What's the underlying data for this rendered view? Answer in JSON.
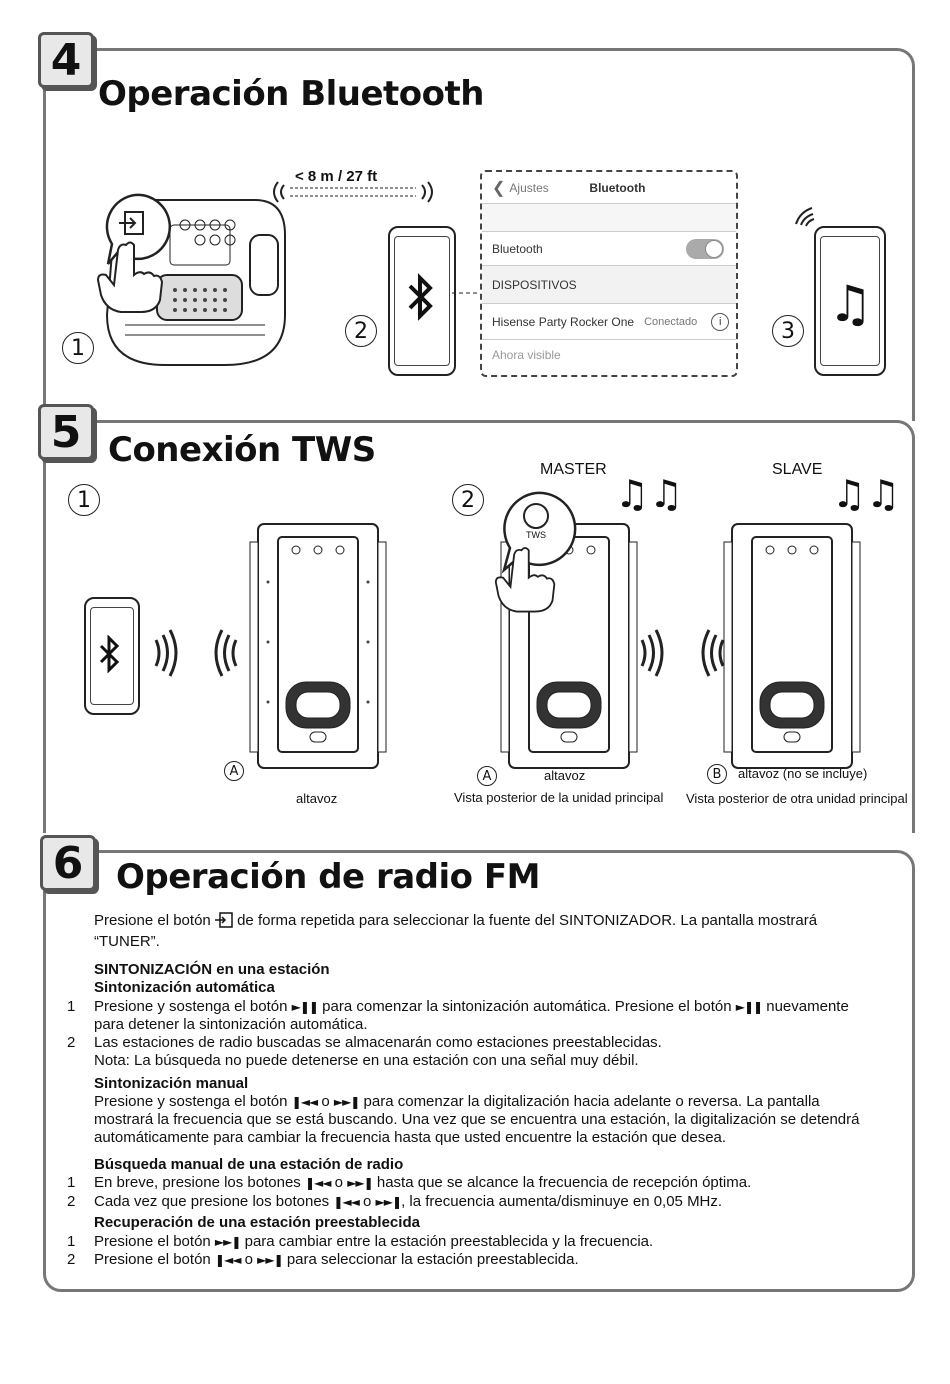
{
  "section4": {
    "number": "4",
    "title": "Operación Bluetooth",
    "distance": "< 8 m /  27  ft",
    "steps": [
      "1",
      "2",
      "3"
    ],
    "panel": {
      "back": "Ajustes",
      "title": "Bluetooth",
      "bt_label": "Bluetooth",
      "devices_header": "DISPOSITIVOS",
      "device_name": "Hisense Party Rocker One",
      "device_status": "Conectado",
      "visible": "Ahora visible"
    }
  },
  "section5": {
    "number": "5",
    "title": "Conexión TWS",
    "steps": [
      "1",
      "2"
    ],
    "master": "MASTER",
    "slave": "SLAVE",
    "tws_label": "TWS",
    "callout_a1": "A",
    "caption_1": "altavoz",
    "callout_a2": "A",
    "caption_2a": "altavoz",
    "caption_2b": "Vista posterior de la unidad principal",
    "callout_b": "B",
    "caption_3a": "altavoz (no se incluye)",
    "caption_3b": "Vista posterior de otra unidad principal"
  },
  "section6": {
    "number": "6",
    "title": "Operación de radio FM",
    "intro_a": "Presione el botón",
    "intro_b": "de forma repetida para seleccionar la fuente del SINTONIZADOR. La pantalla mostrará",
    "intro_c": "“TUNER”.",
    "h_tuning": "SINTONIZACIÓN en una estación",
    "h_auto": "Sintonización automática",
    "auto1_n": "1",
    "auto1_a": "Presione y sostenga el botón",
    "auto1_b": "para comenzar la sintonización automática. Presione el botón",
    "auto1_c": "nuevamente",
    "auto1_d": "para detener la sintonización automática.",
    "auto2_n": "2",
    "auto2_a": "Las estaciones de radio buscadas se almacenarán como estaciones preestablecidas.",
    "auto2_b": "Nota: La búsqueda no puede detenerse en una estación con una señal muy débil.",
    "h_manual": "Sintonización manual",
    "manual_a": "Presione y sostenga el botón",
    "manual_o": "o",
    "manual_b": "para comenzar la digitalización hacia adelante o reversa. La pantalla",
    "manual_c": "mostrará la frecuencia que se está buscando. Una vez que se encuentra una estación, la digitalización se detendrá",
    "manual_d": "automáticamente para cambiar la frecuencia hasta que usted encuentre la estación que desea.",
    "h_search": "Búsqueda manual de una estación de radio",
    "s1_n": "1",
    "s1_a": "En breve, presione los botones",
    "s1_o": "o",
    "s1_b": "hasta que se alcance la frecuencia de recepción óptima.",
    "s2_n": "2",
    "s2_a": "Cada vez que presione los botones",
    "s2_o": "o",
    "s2_b": ", la frecuencia aumenta/disminuye en 0,05 MHz.",
    "h_recall": "Recuperación de una estación preestablecida",
    "r1_n": "1",
    "r1_a": "Presione el botón",
    "r1_b": "para cambiar entre la estación preestablecida y la frecuencia.",
    "r2_n": "2",
    "r2_a": "Presione el botón",
    "r2_o": "o",
    "r2_b": "para seleccionar la estación preestablecida."
  },
  "symbols": {
    "play_pause": "►❚❚",
    "prev": "❚◄◄",
    "next": "►►❚"
  },
  "icons": [
    "input-source-icon",
    "bluetooth-icon",
    "music-note-icon",
    "wave-icon",
    "info-icon",
    "chevron-left-icon",
    "toggle-icon"
  ]
}
